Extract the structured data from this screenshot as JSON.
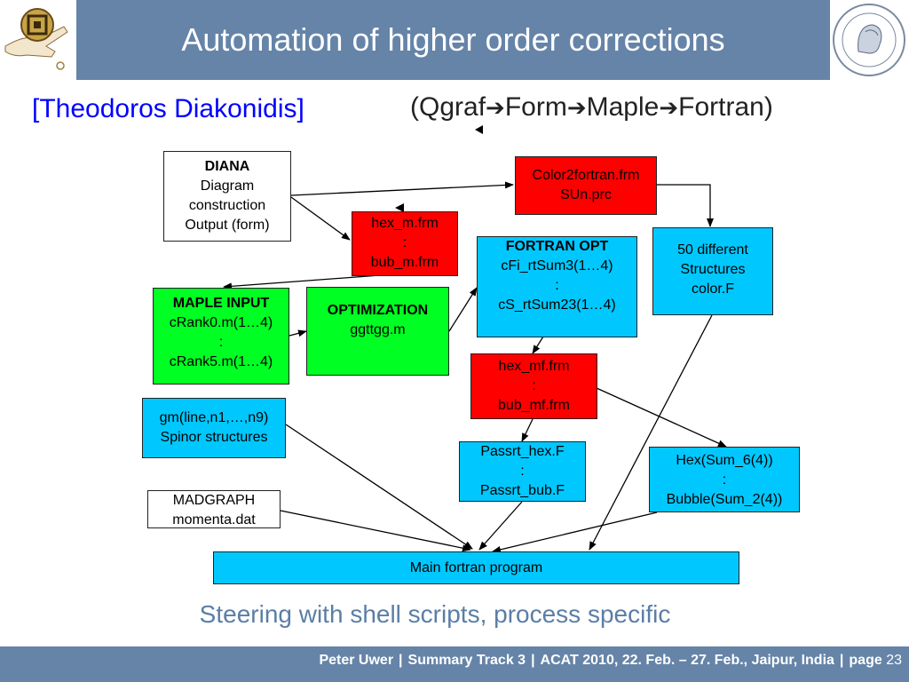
{
  "header": {
    "title": "Automation of higher order corrections"
  },
  "author": "[Theodoros Diakonidis]",
  "chain": {
    "open": "(",
    "steps": [
      "Qgraf",
      "Form",
      "Maple",
      "Fortran"
    ],
    "close": ")"
  },
  "boxes": {
    "diana": {
      "title": "DIANA",
      "lines": [
        "Diagram",
        "construction",
        "Output (form)"
      ]
    },
    "color2fortran": {
      "lines": [
        "Color2fortran.frm",
        "SUn.prc"
      ]
    },
    "hex_m": {
      "lines": [
        "hex_m.frm",
        ":",
        "bub_m.frm"
      ]
    },
    "fortran_opt": {
      "title": "FORTRAN OPT",
      "lines": [
        "cFi_rtSum3(1…4)",
        ":",
        "cS_rtSum23(1…4)"
      ]
    },
    "structures": {
      "lines": [
        "50 different",
        "Structures",
        "color.F"
      ]
    },
    "maple_input": {
      "title": "MAPLE INPUT",
      "lines": [
        "cRank0.m(1…4)",
        ":",
        "cRank5.m(1…4)"
      ]
    },
    "optimization": {
      "title": "OPTIMIZATION",
      "lines": [
        "ggttgg.m"
      ]
    },
    "hex_mf": {
      "lines": [
        "hex_mf.frm",
        ":",
        "bub_mf.frm"
      ]
    },
    "gm": {
      "lines": [
        "gm(line,n1,…,n9)",
        "Spinor structures"
      ]
    },
    "passrt": {
      "lines": [
        "Passrt_hex.F",
        ":",
        "Passrt_bub.F"
      ]
    },
    "hexsum": {
      "lines": [
        "Hex(Sum_6(4))",
        ":",
        "Bubble(Sum_2(4))"
      ]
    },
    "madgraph": {
      "lines": [
        "MADGRAPH",
        "momenta.dat"
      ]
    },
    "main": {
      "lines": [
        "Main fortran program"
      ]
    }
  },
  "steering": "Steering with shell scripts, process specific",
  "footer": {
    "name": "Peter Uwer",
    "talk": "Summary Track 3",
    "event": "ACAT 2010, 22. Feb. – 27. Feb., Jaipur, India",
    "page_label": "page",
    "page_number": "23",
    "separator": "|"
  },
  "colors": {
    "header": "#6584a8",
    "red_box": "#ff0000",
    "cyan_box": "#00c8ff",
    "green_box": "#00ff22",
    "author": "#0000ff"
  },
  "icons": {
    "left_logo": "gold-hand-emblem-icon",
    "right_logo": "humboldt-university-seal-icon"
  }
}
